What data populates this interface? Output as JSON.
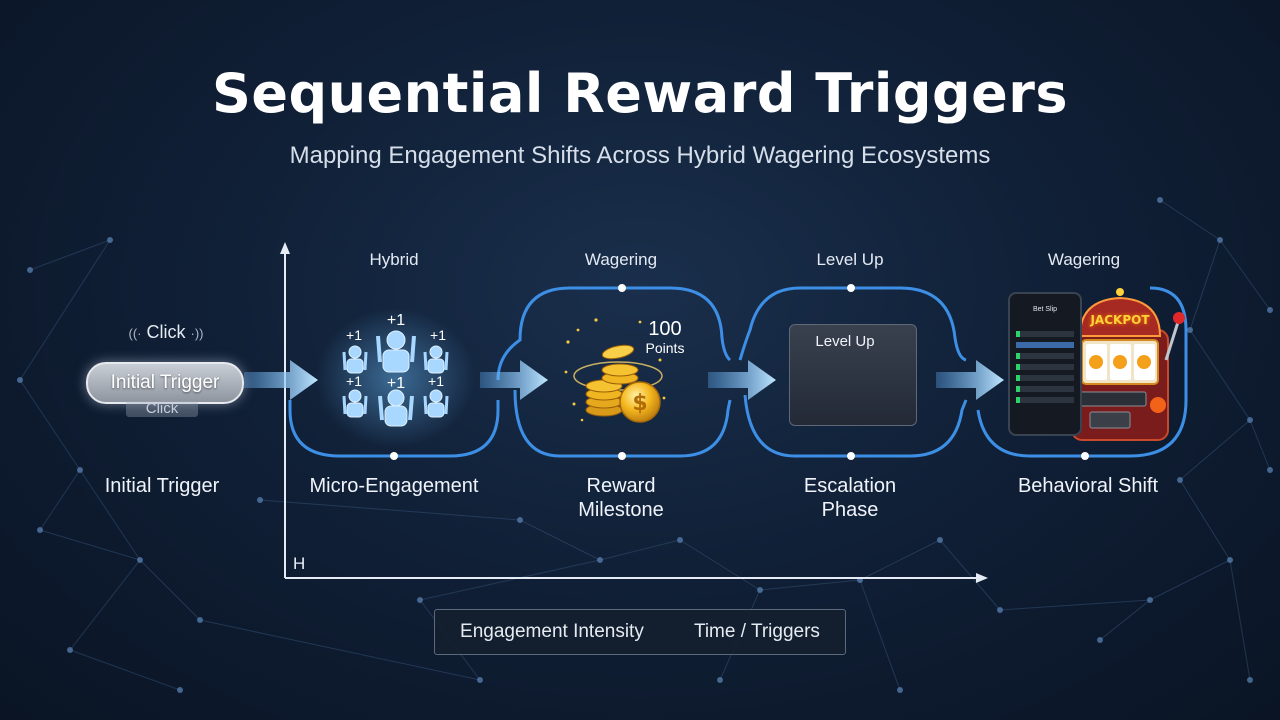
{
  "header": {
    "title": "Sequential Reward Triggers",
    "subtitle": "Mapping Engagement Shifts Across Hybrid Wagering Ecosystems"
  },
  "trigger": {
    "click_top": "Click",
    "button_label": "Initial Trigger",
    "click_bottom": "Click",
    "stage_name": "Initial Trigger"
  },
  "stages": [
    {
      "top_label": "Hybrid",
      "name": "Micro-Engagement",
      "icon": "crowd-icon",
      "badge": "+1"
    },
    {
      "top_label": "Wagering",
      "name_line1": "Reward",
      "name_line2": "Milestone",
      "icon": "coins-icon",
      "points_value": "100",
      "points_unit": "Points"
    },
    {
      "top_label": "Level Up",
      "name_line1": "Escalation",
      "name_line2": "Phase",
      "icon": "bar-chart-icon",
      "card_title": "Level Up"
    },
    {
      "top_label": "Wagering",
      "name": "Behavioral Shift",
      "icon": "slot-machine-icon",
      "phone_title": "Bet Slip",
      "jackpot": "JACKPOT"
    }
  ],
  "axis": {
    "y_marker": "H"
  },
  "legend": {
    "item1": "Engagement Intensity",
    "item2": "Time / Triggers"
  },
  "colors": {
    "accent_blue": "#3d8fe6",
    "arrow_glow": "#8fd0ff",
    "coin_gold": "#f5b820",
    "bar_red": "#e0303a",
    "bar_green": "#2ed26a"
  }
}
